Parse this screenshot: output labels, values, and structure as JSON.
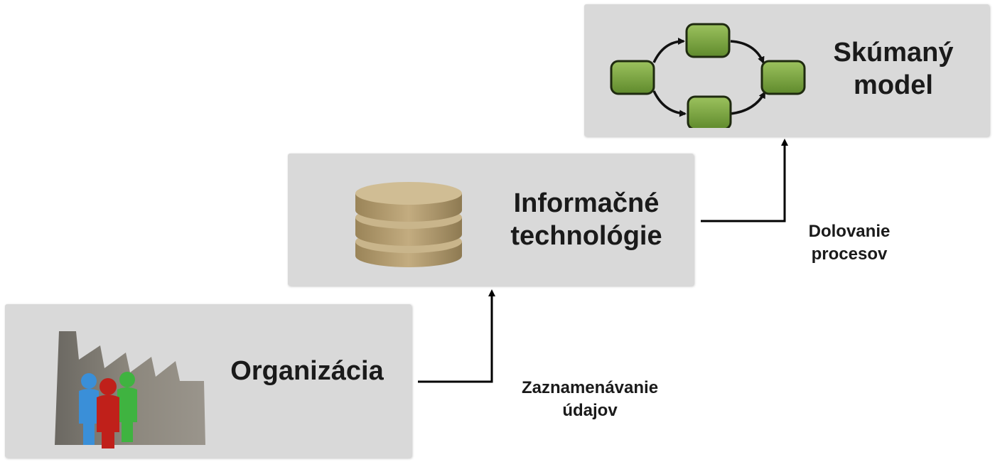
{
  "nodes": {
    "organization": {
      "line1": "Organizácia"
    },
    "it": {
      "line1": "Informačné",
      "line2": "technológie"
    },
    "model": {
      "line1": "Skúmaný",
      "line2": "model"
    }
  },
  "edges": {
    "recording": {
      "line1": "Zaznamenávanie",
      "line2": "údajov"
    },
    "mining": {
      "line1": "Dolovanie",
      "line2": "procesov"
    }
  },
  "colors": {
    "box_fill": "#d9d9d9",
    "process_node_fill": "#7fa644",
    "database_fill": "#b9a277",
    "person_blue": "#3a8fd8",
    "person_red": "#c0201a",
    "person_green": "#3fb340",
    "factory_gray": "#7a766f"
  },
  "icons": [
    "factory-icon",
    "people-icon",
    "database-icon",
    "process-flow-icon"
  ]
}
